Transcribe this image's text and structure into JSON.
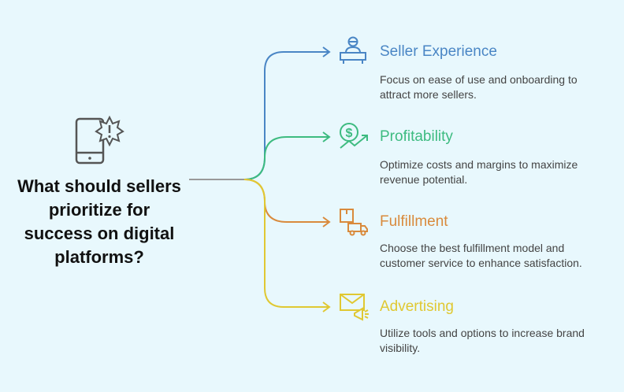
{
  "question": "What should sellers prioritize for success on digital platforms?",
  "icons": {
    "center": "phone-alert-icon"
  },
  "branches": [
    {
      "title": "Seller Experience",
      "description": "Focus on ease of use and onboarding to attract more sellers.",
      "color": "#4a86c5",
      "icon": "seller-at-desk-icon"
    },
    {
      "title": "Profitability",
      "description": "Optimize costs and margins to maximize revenue potential.",
      "color": "#3dbb80",
      "icon": "dollar-growth-icon"
    },
    {
      "title": "Fulfillment",
      "description": "Choose the best fulfillment model and customer service to enhance satisfaction.",
      "color": "#d98a3c",
      "icon": "box-truck-icon"
    },
    {
      "title": "Advertising",
      "description": "Utilize tools and options to increase brand visibility.",
      "color": "#e0c832",
      "icon": "envelope-megaphone-icon"
    }
  ]
}
